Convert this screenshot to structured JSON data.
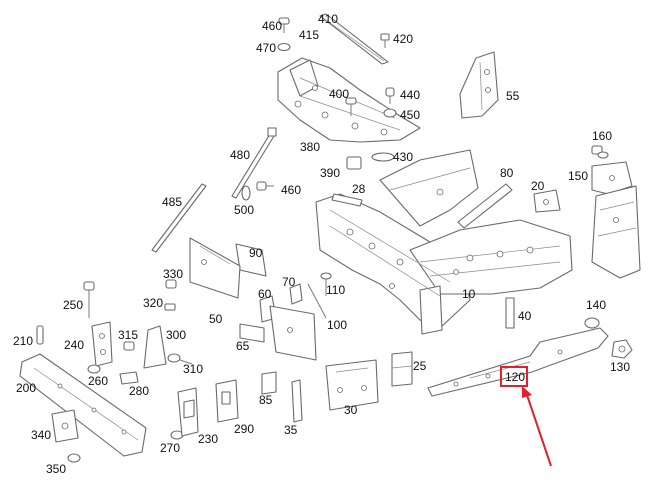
{
  "diagram": {
    "highlight_color": "#e0202a",
    "line_color": "#6a6a6a",
    "highlighted_part": "120",
    "labels": [
      "460",
      "410",
      "470",
      "415",
      "420",
      "400",
      "440",
      "450",
      "55",
      "380",
      "430",
      "480",
      "390",
      "28",
      "80",
      "20",
      "160",
      "150",
      "485",
      "500",
      "460",
      "90",
      "330",
      "70",
      "110",
      "250",
      "320",
      "60",
      "50",
      "100",
      "10",
      "40",
      "140",
      "210",
      "315",
      "300",
      "65",
      "240",
      "25",
      "260",
      "280",
      "310",
      "130",
      "200",
      "120",
      "85",
      "290",
      "340",
      "270",
      "230",
      "35",
      "30",
      "350"
    ]
  }
}
